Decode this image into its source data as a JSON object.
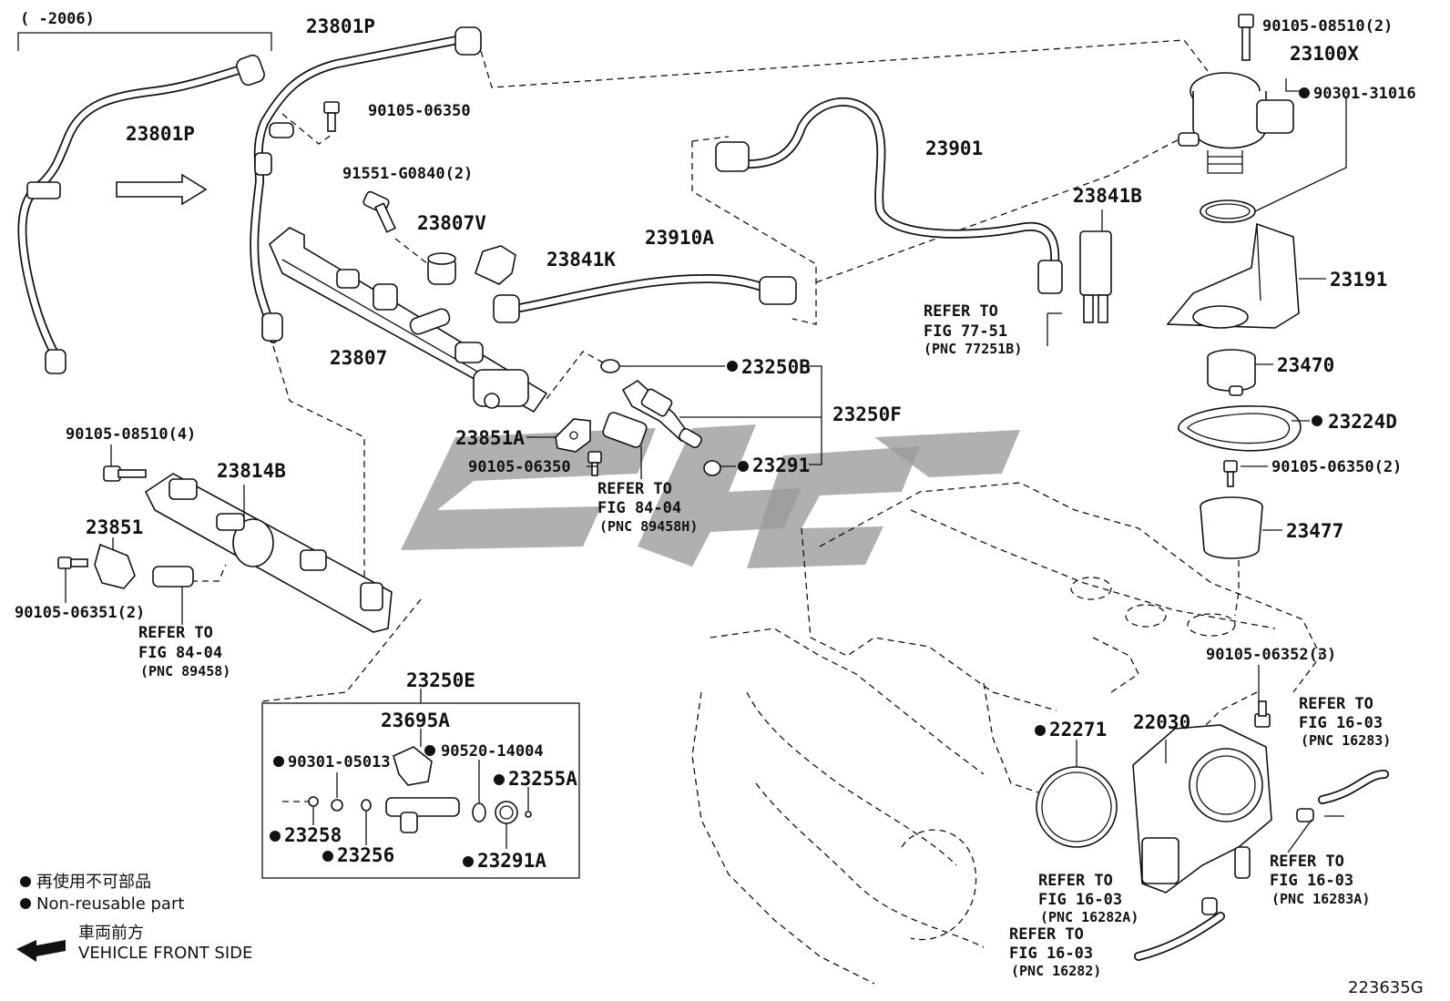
{
  "diagram": {
    "code": "223635G",
    "range": "(     -2006)",
    "legend": {
      "jp": "再使用不可部品",
      "en": "Non-reusable part"
    },
    "front": {
      "jp": "車両前方",
      "en": "VEHICLE FRONT SIDE"
    },
    "labels": {
      "l23801p_a": "23801P",
      "l23801p_b": "23801P",
      "l90105_08510_2": "90105-08510(2)",
      "l23100x": "23100X",
      "l90301_31016": "90301-31016",
      "l90105_06350_a": "90105-06350",
      "l23901": "23901",
      "l91551_g0840": "91551-G0840(2)",
      "l23807v": "23807V",
      "l23841b": "23841B",
      "l23841k": "23841K",
      "l23910a": "23910A",
      "l23191": "23191",
      "l23807": "23807",
      "l23250b": "23250B",
      "l23470": "23470",
      "l23250f": "23250F",
      "l23224d": "23224D",
      "l23851a": "23851A",
      "l90105_06350_b": "90105-06350",
      "l23291": "23291",
      "l90105_06350_2": "90105-06350(2)",
      "l90105_08510_4": "90105-08510(4)",
      "l23814b": "23814B",
      "l23851": "23851",
      "l23477": "23477",
      "l90105_06351": "90105-06351(2)",
      "l90105_06352": "90105-06352(3)",
      "l23250e": "23250E",
      "l23695a": "23695A",
      "l90520_14004": "90520-14004",
      "l90301_05013": "90301-05013",
      "l23255a": "23255A",
      "l23258": "23258",
      "l23256": "23256",
      "l23291a": "23291A",
      "l22271": "22271",
      "l22030": "22030"
    },
    "refs": {
      "r1_a": "REFER TO",
      "r1_b": "FIG 77-51",
      "r1_c": "(PNC 77251B)",
      "r2_a": "REFER TO",
      "r2_b": "FIG 84-04",
      "r2_c": "(PNC 89458H)",
      "r3_a": "REFER TO",
      "r3_b": "FIG 84-04",
      "r3_c": "(PNC 89458)",
      "r4_a": "REFER TO",
      "r4_b": "FIG 16-03",
      "r4_c": "(PNC 16283)",
      "r5_a": "REFER TO",
      "r5_b": "FIG 16-03",
      "r5_c": "(PNC 16283A)",
      "r6_a": "REFER TO",
      "r6_b": "FIG 16-03",
      "r6_c": "(PNC 16282A)",
      "r7_a": "REFER TO",
      "r7_b": "FIG 16-03",
      "r7_c": "(PNC 16282)"
    }
  }
}
